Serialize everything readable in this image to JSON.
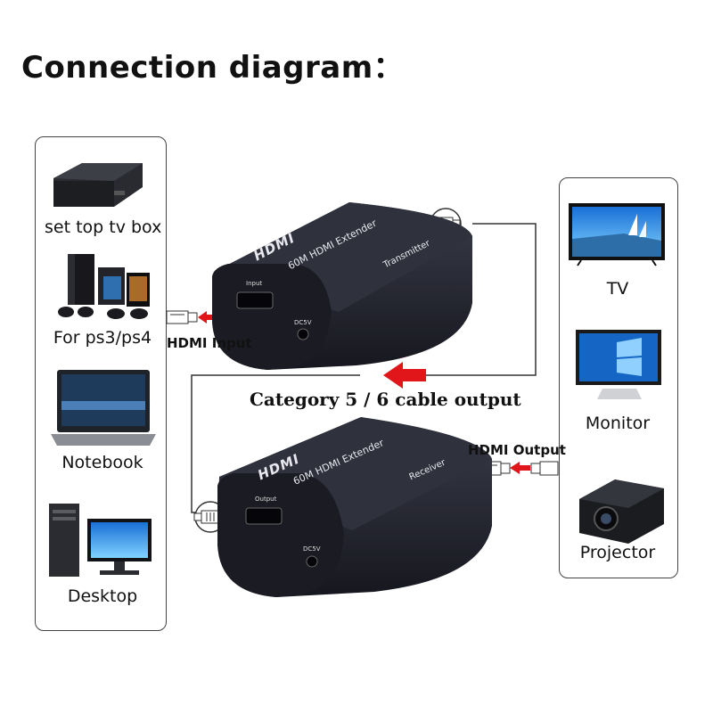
{
  "title": "Connection diagram：",
  "sources": {
    "set_top_box": "set top tv box",
    "ps": "For ps3/ps4",
    "notebook": "Notebook",
    "desktop": "Desktop"
  },
  "displays": {
    "tv": "TV",
    "monitor": "Monitor",
    "projector": "Projector"
  },
  "labels": {
    "hdmi_input": "HDMI Input",
    "hdmi_output": "HDMI Output",
    "cable_output": "Category 5 / 6 cable output"
  },
  "transmitter": {
    "logo": "HDMI",
    "model": "60M HDMI Extender",
    "role": "Transmitter",
    "port": "Input",
    "power": "DC5V"
  },
  "receiver": {
    "logo": "HDMI",
    "model": "60M HDMI Extender",
    "role": "Receiver",
    "port": "Output",
    "power": "DC5V"
  },
  "colors": {
    "device_body": "#23242e",
    "arrow": "#e0161b",
    "panel_border": "#444444"
  }
}
